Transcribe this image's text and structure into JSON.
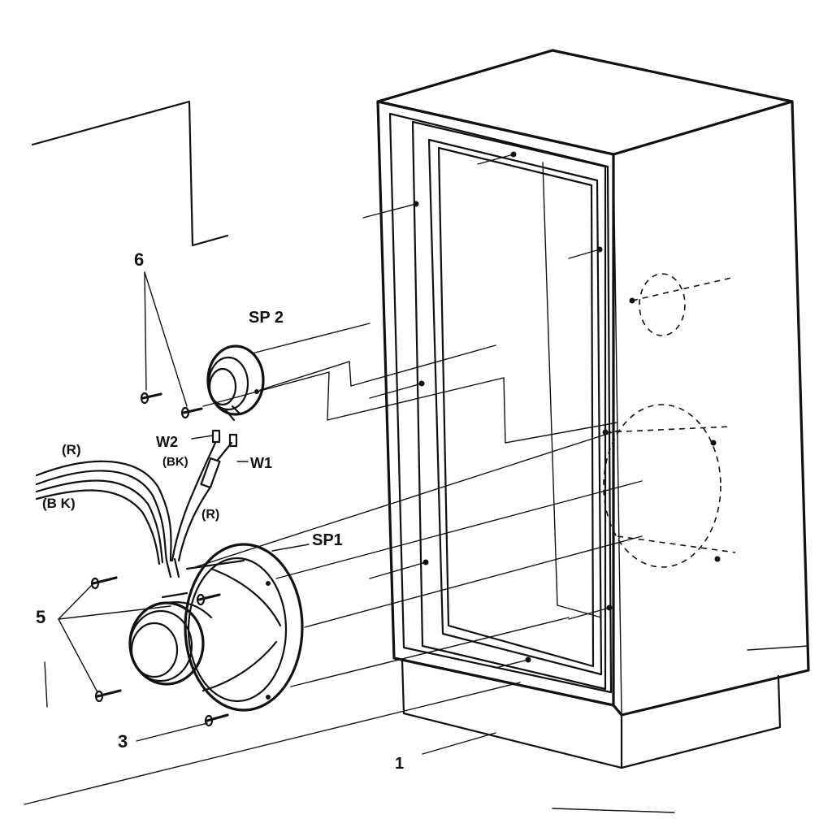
{
  "labels": {
    "part_6": "6",
    "part_sp2": "SP 2",
    "part_w2": "W2",
    "part_w1": "W1",
    "wire_r_1": "(R)",
    "wire_bk_1": "(BK)",
    "wire_bk_2": "(B K)",
    "wire_r_2": "(R)",
    "part_sp1": "SP1",
    "part_5": "5",
    "part_3": "3",
    "part_1": "1"
  },
  "colors": {
    "ink": "#111111",
    "paper": "#ffffff"
  }
}
